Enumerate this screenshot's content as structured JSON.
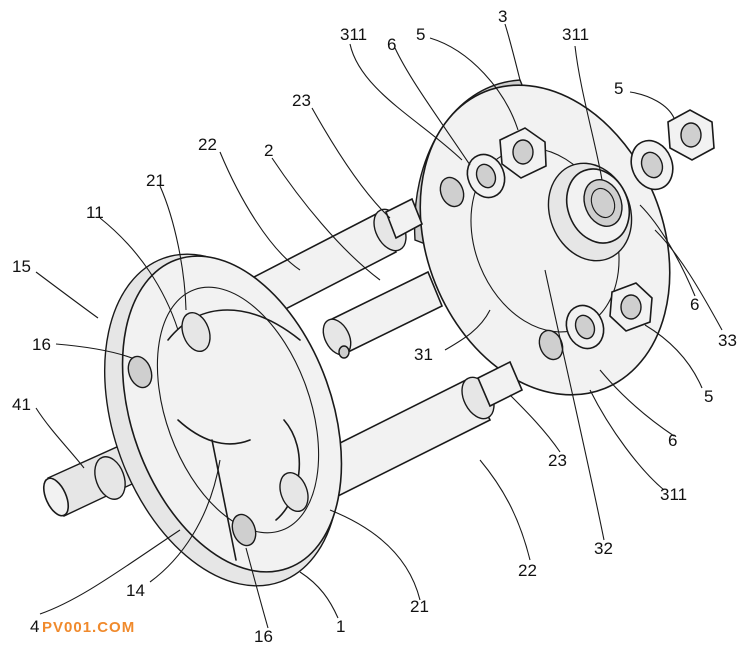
{
  "labels": {
    "l311a": "311",
    "l6a": "6",
    "l5a": "5",
    "l3": "3",
    "l311b": "311",
    "l5b": "5",
    "l23a": "23",
    "l22a": "22",
    "l2": "2",
    "l21a": "21",
    "l11": "11",
    "l15": "15",
    "l16a": "16",
    "l41": "41",
    "l6b": "6",
    "l33": "33",
    "l31": "31",
    "l5c": "5",
    "l6c": "6",
    "l23b": "23",
    "l311c": "311",
    "l32": "32",
    "l22b": "22",
    "l14": "14",
    "l4": "4",
    "l21b": "21",
    "l16b": "16",
    "l1": "1"
  },
  "watermark": {
    "text": "PV001.COM",
    "color": "#f08a2c"
  }
}
